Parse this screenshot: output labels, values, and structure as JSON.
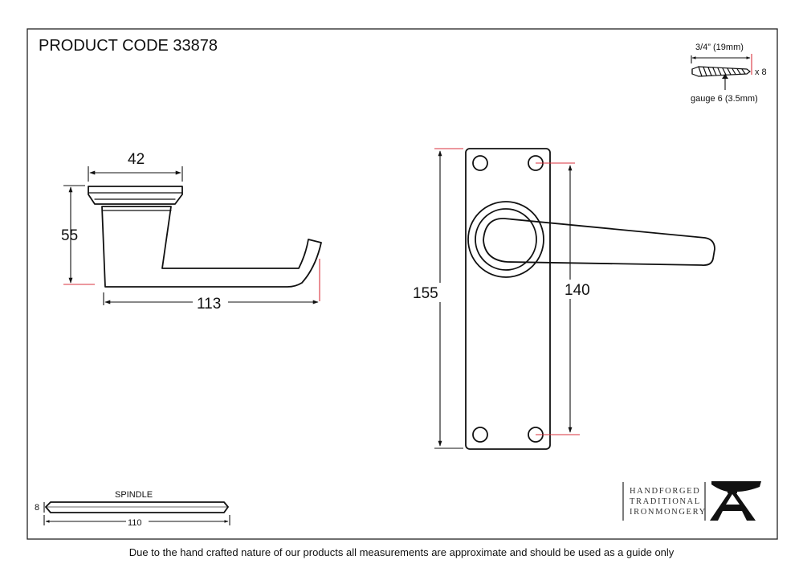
{
  "title": "PRODUCT CODE 33878",
  "screw": {
    "length_label": "3/4” (19mm)",
    "quantity_label": "x 8",
    "gauge_label": "gauge 6 (3.5mm)"
  },
  "side_view": {
    "rose_width_label": "42",
    "height_label": "55",
    "projection_label": "113"
  },
  "front_view": {
    "plate_height_label": "155",
    "fixing_centres_label": "140"
  },
  "spindle": {
    "title": "SPINDLE",
    "size_label": "8",
    "length_label": "110"
  },
  "brand": {
    "line1": "HANDFORGED",
    "line2": "TRADITIONAL",
    "line3": "IRONMONGERY"
  },
  "colors": {
    "extension_line": "#d8323c",
    "line": "#111111"
  },
  "footer": "Due to the hand crafted nature of our products all measurements are approximate and should be used as a guide only"
}
